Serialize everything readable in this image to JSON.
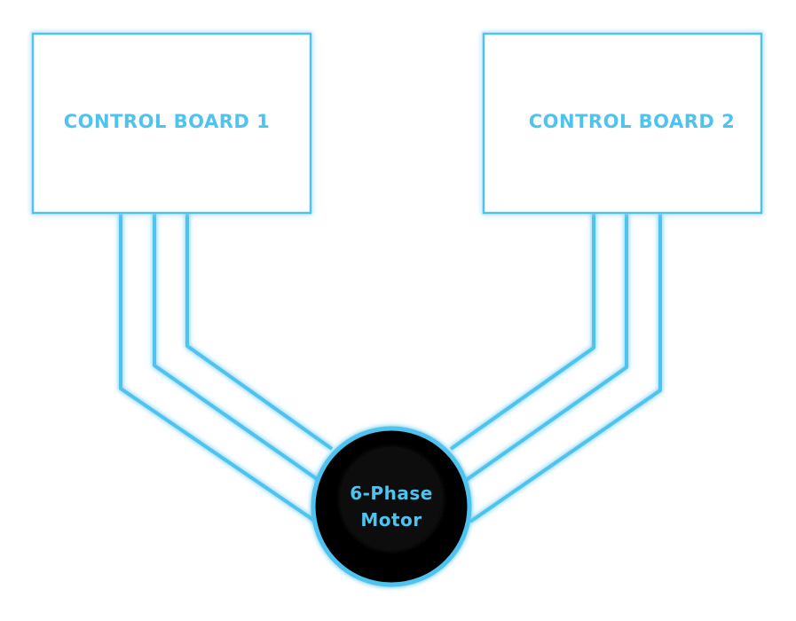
{
  "colors": {
    "accent": "#4FC3EF",
    "glow": "#9ADFF8",
    "motor_fill": "#000000",
    "background": "#FFFFFF"
  },
  "boards": [
    {
      "id": "board-1",
      "label": "CONTROL BOARD 1"
    },
    {
      "id": "board-2",
      "label": "CONTROL BOARD 2"
    }
  ],
  "motor": {
    "line1": "6-Phase",
    "line2": "Motor"
  }
}
